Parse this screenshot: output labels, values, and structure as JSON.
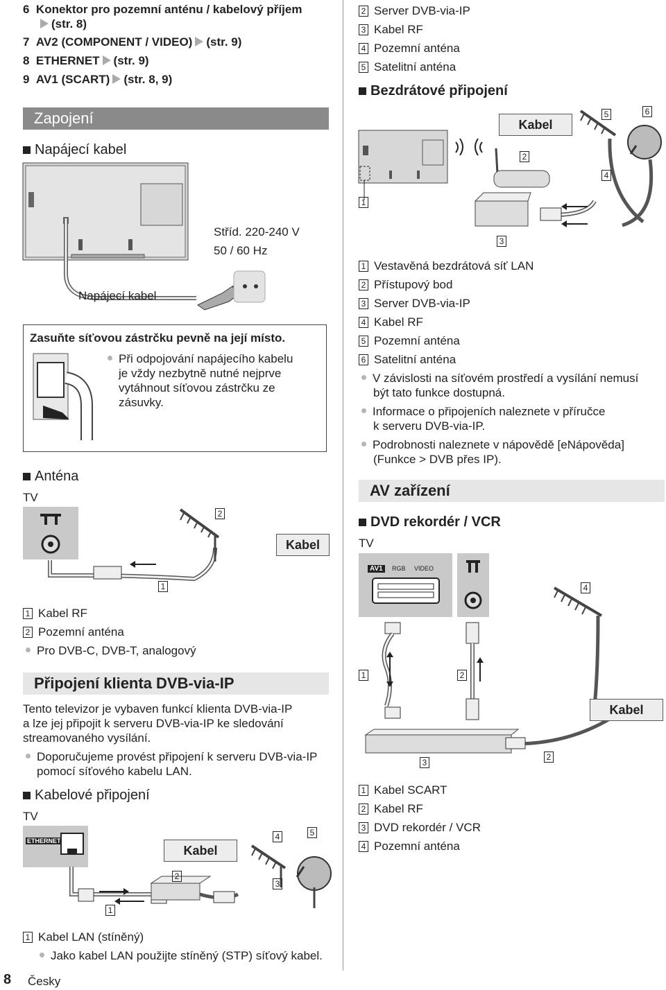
{
  "page": {
    "number": "8",
    "language": "Česky"
  },
  "top_left_list": [
    {
      "n": "6",
      "text": "Konektor pro pozemní anténu / kabelový příjem",
      "ref": "(str. 8)"
    },
    {
      "n": "7",
      "text": "AV2 (COMPONENT / VIDEO)",
      "ref": "(str. 9)"
    },
    {
      "n": "8",
      "text": "ETHERNET",
      "ref": "(str. 9)"
    },
    {
      "n": "9",
      "text": "AV1 (SCART)",
      "ref": "(str. 8, 9)"
    }
  ],
  "top_right_list": [
    {
      "n": "2",
      "text": "Server DVB-via-IP"
    },
    {
      "n": "3",
      "text": "Kabel RF"
    },
    {
      "n": "4",
      "text": "Pozemní anténa"
    },
    {
      "n": "5",
      "text": "Satelitní anténa"
    }
  ],
  "sections": {
    "zapojeni": "Zapojení",
    "napajeci_kabel": "Napájecí kabel",
    "antena": "Anténa",
    "dvb_ip": "Připojení klienta DVB-via-IP",
    "kabelove": "Kabelové připojení",
    "bezdratove": "Bezdrátové připojení",
    "av_zarizeni": "AV zařízení",
    "dvd": "DVD rekordér / VCR"
  },
  "power": {
    "voltage": "Stříd. 220-240 V",
    "frequency": "50 / 60 Hz",
    "cable_label": "Napájecí kabel",
    "box_title": "Zasuňte síťovou zástrčku pevně na její místo.",
    "box_note": [
      "Při odpojování napájecího kabelu",
      "je vždy nezbytně nutné nejprve",
      "vytáhnout síťovou zástrčku ze",
      "zásuvky."
    ]
  },
  "antenna": {
    "tv_label": "TV",
    "kabel": "Kabel",
    "n1": "1",
    "n2": "2",
    "legend": [
      {
        "n": "1",
        "text": "Kabel RF"
      },
      {
        "n": "2",
        "text": "Pozemní anténa"
      }
    ],
    "bullet": "Pro DVB-C, DVB-T, analogový"
  },
  "dvb_ip": {
    "intro": [
      "Tento televizor je vybaven funkcí klienta DVB-via-IP",
      "a lze jej připojit k serveru DVB-via-IP ke sledování",
      "streamovaného vysílání."
    ],
    "bullet": [
      "Doporučujeme provést připojení k serveru DVB-via-IP",
      "pomocí síťového kabelu LAN."
    ]
  },
  "wired": {
    "tv_label": "TV",
    "ethernet": "ETHERNET",
    "kabel": "Kabel",
    "n1": "1",
    "n2": "2",
    "n3": "3",
    "n4": "4",
    "n5": "5",
    "legend": [
      {
        "n": "1",
        "text": "Kabel LAN (stíněný)"
      }
    ],
    "bullet": "Jako kabel LAN použijte stíněný (STP) síťový kabel."
  },
  "wireless": {
    "kabel": "Kabel",
    "n1": "1",
    "n2": "2",
    "n3": "3",
    "n4": "4",
    "n5": "5",
    "n6": "6",
    "legend": [
      {
        "n": "1",
        "text": "Vestavěná bezdrátová síť LAN"
      },
      {
        "n": "2",
        "text": "Přístupový bod"
      },
      {
        "n": "3",
        "text": "Server DVB-via-IP"
      },
      {
        "n": "4",
        "text": "Kabel RF"
      },
      {
        "n": "5",
        "text": "Pozemní anténa"
      },
      {
        "n": "6",
        "text": "Satelitní anténa"
      }
    ],
    "bullets": [
      [
        "V závislosti na síťovém prostředí a vysílání nemusí",
        "být tato funkce dostupná."
      ],
      [
        "Informace o připojeních naleznete v příručce",
        "k serveru DVB-via-IP."
      ],
      [
        "Podrobnosti naleznete v nápovědě [eNápověda]",
        "(Funkce > DVB přes IP)."
      ]
    ]
  },
  "dvd_diagram": {
    "tv_label": "TV",
    "av1": "AV1",
    "rgb": "RGB",
    "video": "VIDEO",
    "kabel": "Kabel",
    "n1": "1",
    "n2": "2",
    "n3": "3",
    "n4": "4",
    "n2b": "2",
    "legend": [
      {
        "n": "1",
        "text": "Kabel SCART"
      },
      {
        "n": "2",
        "text": "Kabel RF"
      },
      {
        "n": "3",
        "text": "DVD rekordér / VCR"
      },
      {
        "n": "4",
        "text": "Pozemní anténa"
      }
    ]
  },
  "colors": {
    "bar_dark": "#8a8a8a",
    "bar_light": "#e6e6e6",
    "panel": "#c9c9c9"
  }
}
